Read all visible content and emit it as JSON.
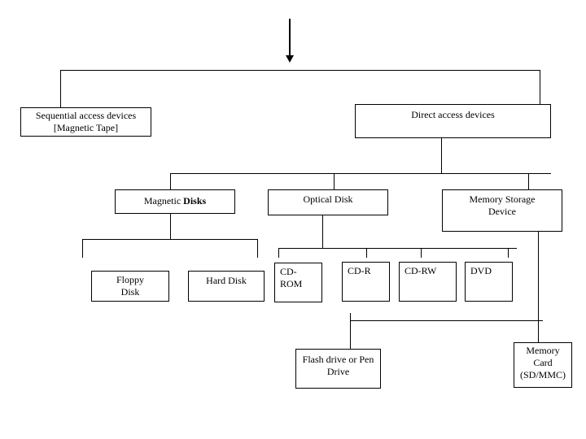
{
  "diagram": {
    "description": "Storage devices classification tree",
    "colors": {
      "background": "#ffffff",
      "line": "#000000",
      "box_border": "#000000",
      "text": "#000000"
    },
    "nodes": {
      "sequential": {
        "lines": [
          "Sequential access devices",
          "[Magnetic Tape]"
        ]
      },
      "direct": {
        "label": "Direct access devices"
      },
      "magnetic": {
        "regular": "Magnetic ",
        "bold": "Disks"
      },
      "optical": {
        "label": "Optical Disk"
      },
      "memory_storage": {
        "lines": [
          "Memory Storage",
          "Device"
        ]
      },
      "floppy": {
        "lines": [
          "Floppy",
          "Disk"
        ]
      },
      "hard": {
        "label": "Hard Disk"
      },
      "cdrom": {
        "lines": [
          "CD-",
          "ROM"
        ]
      },
      "cdr": {
        "label": "CD-R"
      },
      "cdrw": {
        "label": "CD-RW"
      },
      "dvd": {
        "label": "DVD"
      },
      "flash": {
        "lines": [
          "Flash drive or Pen",
          "Drive"
        ]
      },
      "memory_card": {
        "lines": [
          "Memory",
          "Card",
          "(SD/MMC)"
        ]
      }
    }
  }
}
